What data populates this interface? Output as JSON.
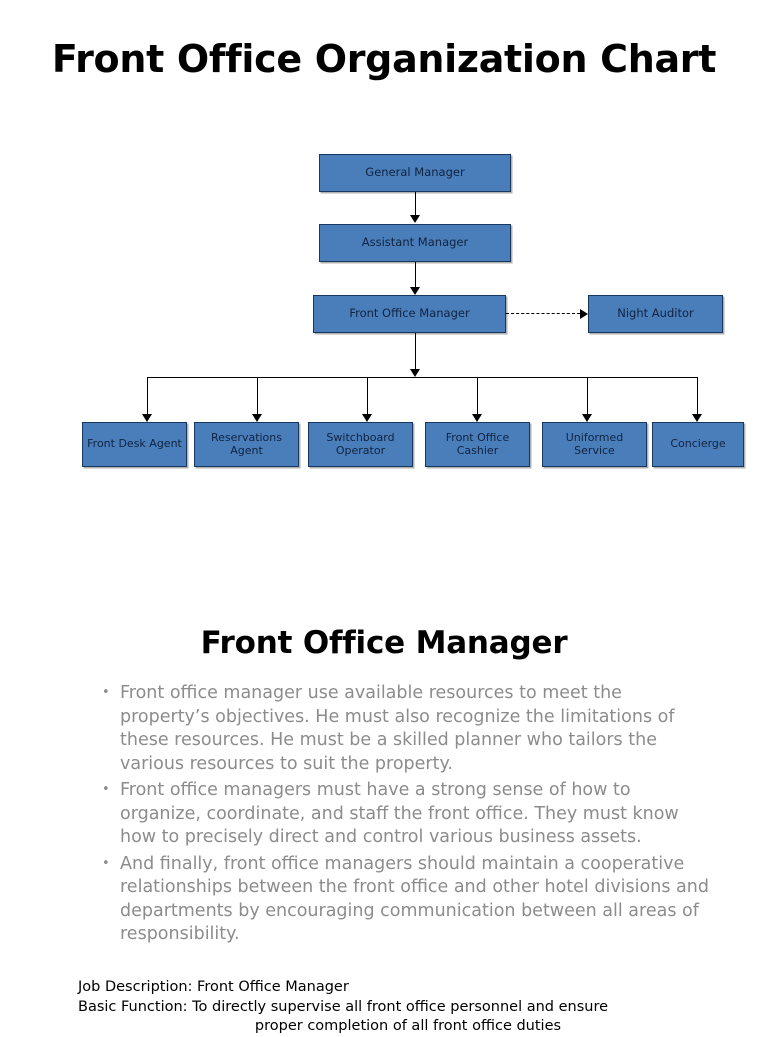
{
  "chart": {
    "title": "Front Office Organization Chart",
    "nodes": {
      "general_manager": "General Manager",
      "assistant_manager": "Assistant Manager",
      "front_office_manager": "Front Office Manager",
      "night_auditor": "Night Auditor"
    },
    "leaf_nodes": [
      "Front Desk Agent",
      "Reservations Agent",
      "Switchboard Operator",
      "Front Office Cashier",
      "Uniformed Service",
      "Concierge"
    ],
    "colors": {
      "node_fill": "#4a7ebb",
      "node_border": "#17375e",
      "connector": "#000000"
    }
  },
  "chart_data": {
    "type": "diagram",
    "title": "Front Office Organization Chart",
    "orientation": "top-down",
    "nodes": [
      {
        "id": "gm",
        "label": "General Manager",
        "level": 0
      },
      {
        "id": "am",
        "label": "Assistant Manager",
        "level": 1
      },
      {
        "id": "fom",
        "label": "Front Office Manager",
        "level": 2
      },
      {
        "id": "na",
        "label": "Night Auditor",
        "level": 2
      },
      {
        "id": "fda",
        "label": "Front Desk Agent",
        "level": 3
      },
      {
        "id": "ra",
        "label": "Reservations Agent",
        "level": 3
      },
      {
        "id": "so",
        "label": "Switchboard Operator",
        "level": 3
      },
      {
        "id": "foc",
        "label": "Front Office Cashier",
        "level": 3
      },
      {
        "id": "us",
        "label": "Uniformed Service",
        "level": 3
      },
      {
        "id": "con",
        "label": "Concierge",
        "level": 3
      }
    ],
    "edges": [
      {
        "from": "gm",
        "to": "am",
        "style": "solid"
      },
      {
        "from": "am",
        "to": "fom",
        "style": "solid"
      },
      {
        "from": "fom",
        "to": "na",
        "style": "dashed"
      },
      {
        "from": "fom",
        "to": "fda",
        "style": "solid"
      },
      {
        "from": "fom",
        "to": "ra",
        "style": "solid"
      },
      {
        "from": "fom",
        "to": "so",
        "style": "solid"
      },
      {
        "from": "fom",
        "to": "foc",
        "style": "solid"
      },
      {
        "from": "fom",
        "to": "us",
        "style": "solid"
      },
      {
        "from": "fom",
        "to": "con",
        "style": "solid"
      }
    ]
  },
  "section": {
    "title": "Front Office Manager",
    "bullets": [
      "Front office manager use available resources to meet the property’s objectives. He must also recognize the limitations of these resources. He must be a skilled planner who tailors the various resources to suit the property.",
      "Front office managers must have a strong sense of how to organize, coordinate, and staff the front office. They must know how to precisely direct and control various business assets.",
      "And finally, front office managers should maintain a cooperative relationships between the front office and other hotel divisions and departments by encouraging communication between all areas of responsibility."
    ],
    "footer": {
      "line1": "Job Description: Front Office Manager",
      "line2": "Basic Function: To directly supervise all front office personnel and ensure",
      "line3": "proper completion of all front office duties"
    }
  }
}
